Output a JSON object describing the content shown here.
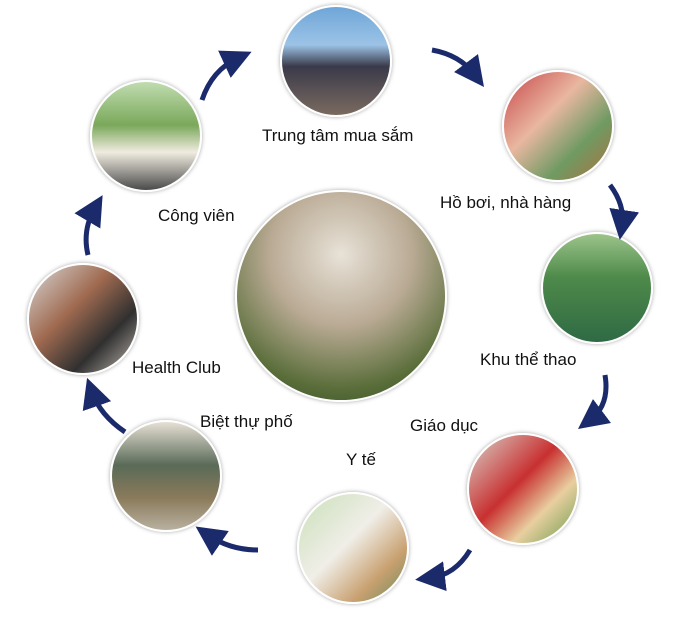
{
  "labels": {
    "shopping": "Trung tâm mua sắm",
    "pool": "Hồ bơi, nhà hàng",
    "sports": "Khu thể thao",
    "education": "Giáo dục",
    "medical": "Y tế",
    "villa": "Biệt thự phố",
    "health_club": "Health Club",
    "park": "Công viên"
  },
  "colors": {
    "arrow": "#1b2a6b"
  }
}
